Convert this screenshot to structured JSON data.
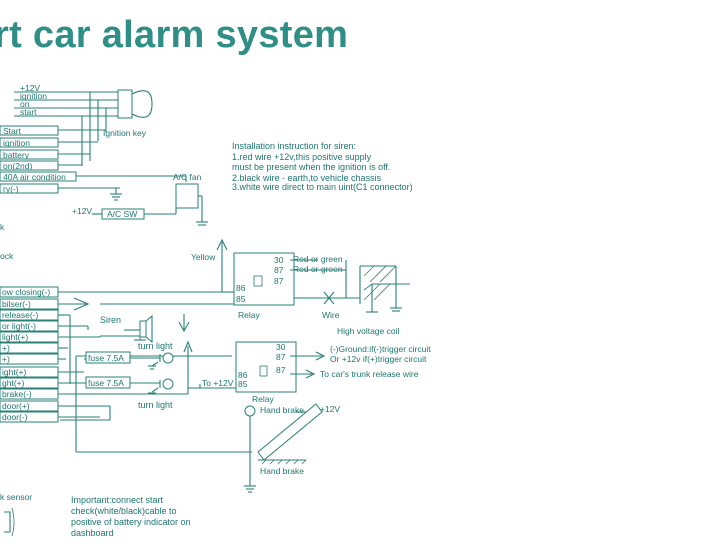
{
  "title": "rt car alarm system",
  "ignition_key": {
    "wires": [
      "+12V",
      "ignition",
      "on",
      "start"
    ],
    "label": "Ignition key"
  },
  "left_wires_top": [
    "Start",
    "ignition",
    "battery",
    "on(2nd)",
    "40A air condition",
    "ry(-)"
  ],
  "left_labels_mid": [
    "k",
    "ock"
  ],
  "left_wires_bottom": [
    "ow closing(-)",
    "bilser(-)",
    "release(-)",
    "or light(-)",
    "light(+)",
    "+)",
    "+)",
    "ight(+)",
    "ght(+)",
    "brake(-)",
    "door(+)",
    "door(-)"
  ],
  "ac": {
    "fan": "A/C fan",
    "supply": "+12V",
    "switch": "A/C SW"
  },
  "install_note": [
    "Installation instruction for siren:",
    "1.red wire +12v,this positive supply",
    "must be present when the ignition is off.",
    "2.black wire - earth,to vehicle chassis",
    "3.white wire direct to main uint(C1 connector)"
  ],
  "yellow": "Yellow",
  "relay1": {
    "pins": [
      "30",
      "87",
      "87",
      "86",
      "85"
    ],
    "red1": "Red or green",
    "red2": "Red or green",
    "label": "Relay",
    "wire": "Wire",
    "coil": "High voltage coil"
  },
  "siren": "Siren",
  "turn_light_top": "turn light",
  "turn_light_bottom": "turn light",
  "fuse1": "fuse 7.5A",
  "fuse2": "fuse 7.5A",
  "relay2": {
    "pins": [
      "30",
      "87",
      "87",
      "86",
      "85"
    ],
    "to12v": "To +12V",
    "ground_line": "(-)Ground:if(-)trigger circuit",
    "plus_line": "Or  +12v    if(+)trigger circuit",
    "trunk": "To car's trunk release wire",
    "label": "Relay"
  },
  "hand_brake_top": "Hand brake",
  "hand_brake_12v": "+12V",
  "hand_brake_bottom": "Hand brake",
  "sensor": "k sensor",
  "important_note": [
    "Important:connect start",
    "check(white/black)cable to",
    "positive of battery indicator on",
    "dashboard"
  ]
}
